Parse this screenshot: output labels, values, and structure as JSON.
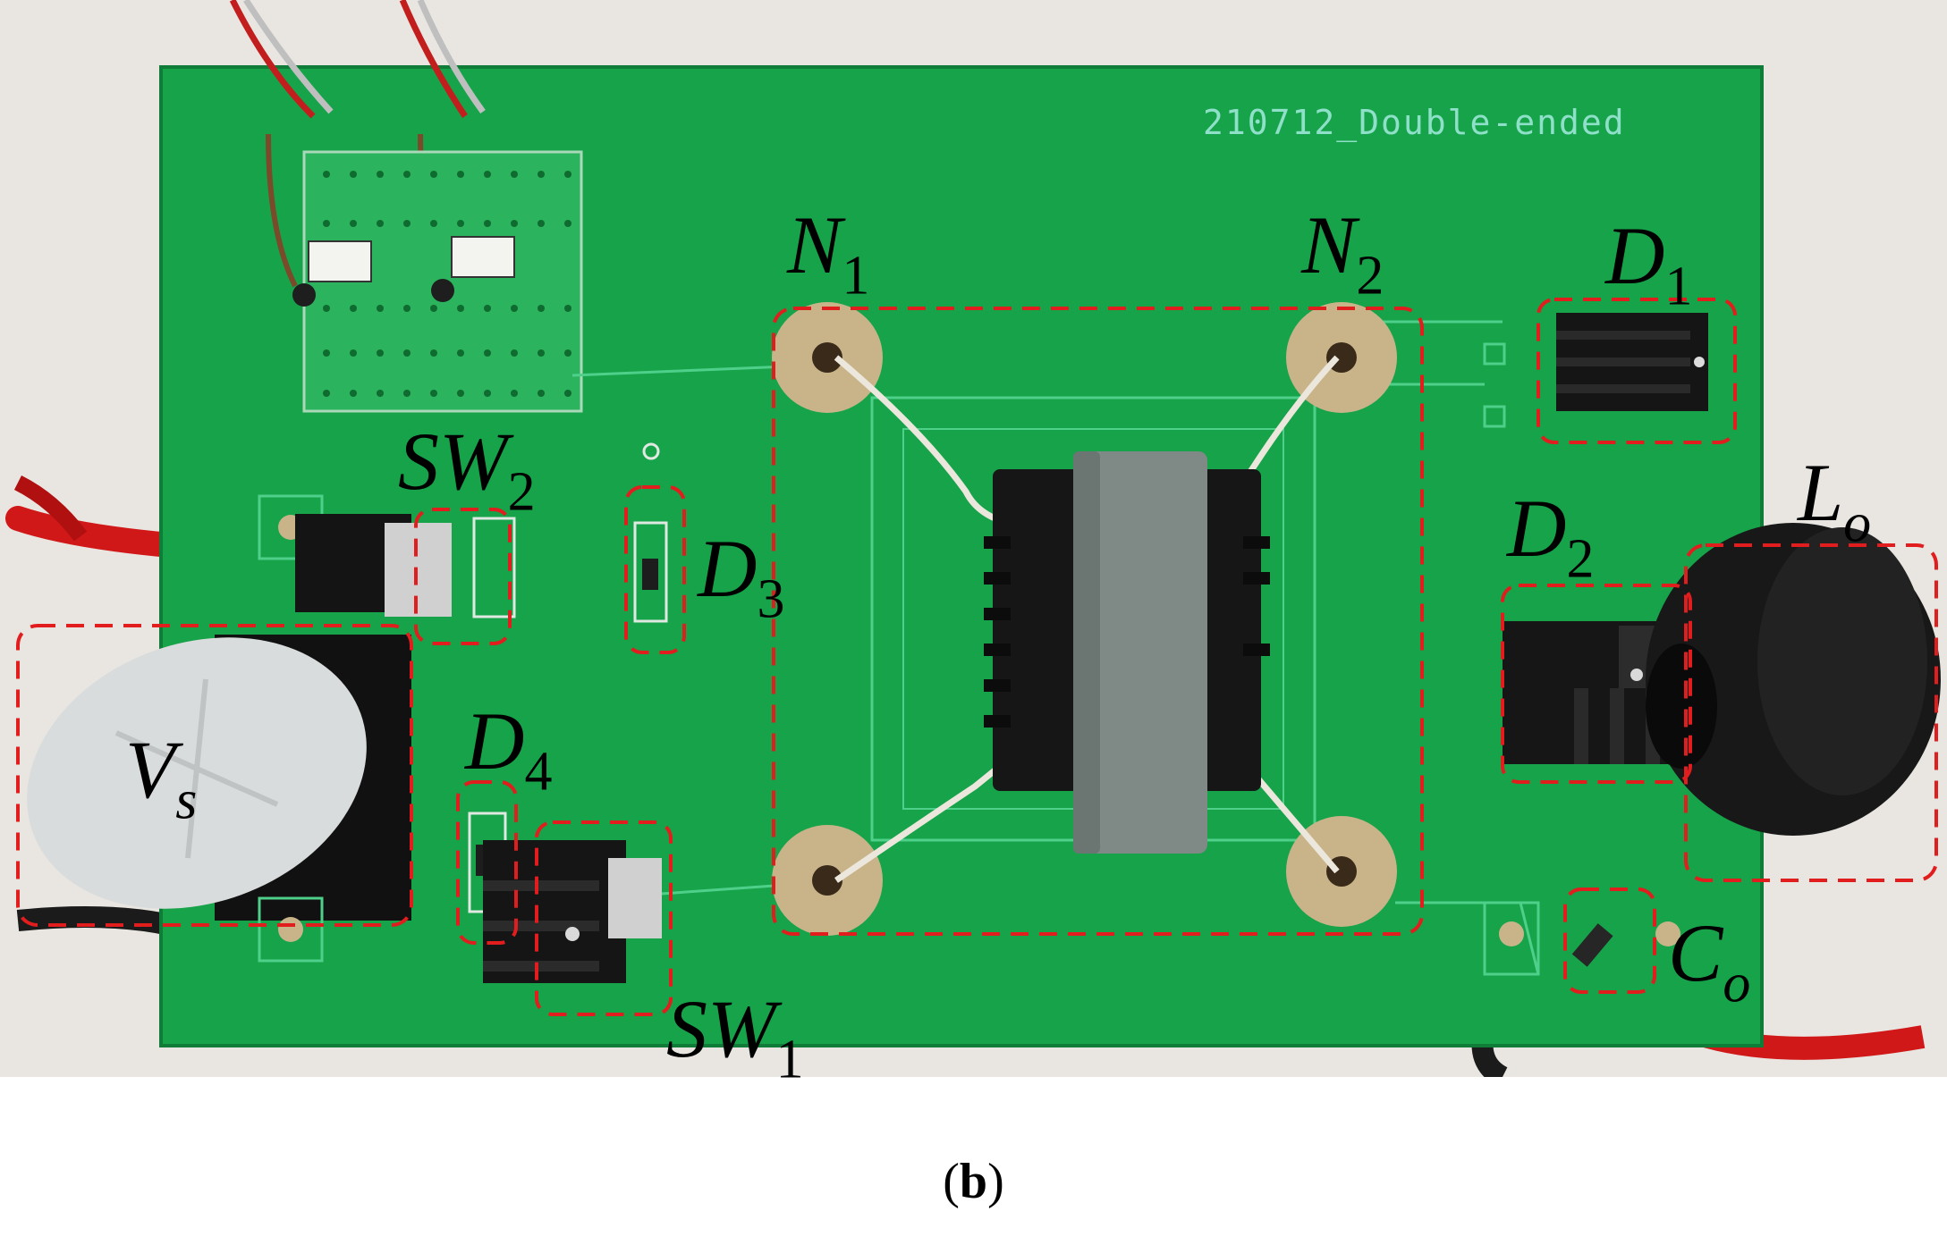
{
  "figure": {
    "caption_open": "(",
    "caption_letter": "b",
    "caption_close": ")",
    "board_silkscreen": "210712_Double-ended",
    "description_hidden": ""
  },
  "labels": [
    {
      "key": "N1",
      "main": "N",
      "sub": "1",
      "sub_italic": false
    },
    {
      "key": "N2",
      "main": "N",
      "sub": "2",
      "sub_italic": false
    },
    {
      "key": "D1",
      "main": "D",
      "sub": "1",
      "sub_italic": false
    },
    {
      "key": "D2",
      "main": "D",
      "sub": "2",
      "sub_italic": false
    },
    {
      "key": "D3",
      "main": "D",
      "sub": "3",
      "sub_italic": false
    },
    {
      "key": "D4",
      "main": "D",
      "sub": "4",
      "sub_italic": false
    },
    {
      "key": "SW1",
      "main": "SW",
      "sub": "1",
      "sub_italic": false
    },
    {
      "key": "SW2",
      "main": "SW",
      "sub": "2",
      "sub_italic": false
    },
    {
      "key": "Lo",
      "main": "L",
      "sub": "o",
      "sub_italic": true
    },
    {
      "key": "Co",
      "main": "C",
      "sub": "o",
      "sub_italic": true
    },
    {
      "key": "Vs",
      "main": "V",
      "sub": "s",
      "sub_italic": true
    }
  ],
  "colors": {
    "pcb": "#16a34a",
    "pcb_dark": "#0e8a3c",
    "trace": "#4fd08a",
    "pad_gold": "#c9b48a",
    "dash_box": "#e11d1d",
    "component_black": "#161616",
    "core_gray": "#7f8a86",
    "capacitor_top": "#d9dcdc",
    "wire_red": "#d11818"
  }
}
